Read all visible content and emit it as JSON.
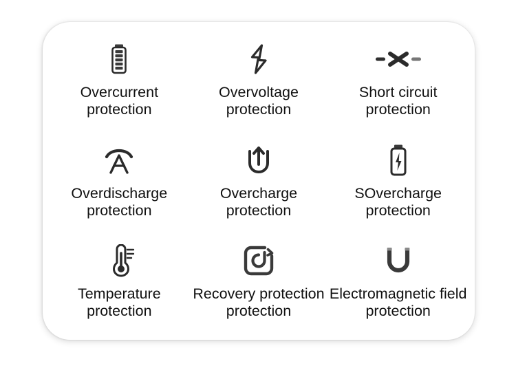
{
  "card": {
    "background_color": "#ffffff",
    "page_background_color": "#ffffff",
    "text_color": "#111111",
    "icon_color": "#2b2b2b"
  },
  "features": [
    {
      "icon": "battery-level-icon",
      "line1": "Overcurrent",
      "line2": "protection"
    },
    {
      "icon": "lightning-bolt-icon",
      "line1": "Overvoltage",
      "line2": "protection"
    },
    {
      "icon": "short-circuit-x-icon",
      "line1": "Short circuit",
      "line2": "protection"
    },
    {
      "icon": "antenna-a-icon",
      "line1": "Overdischarge",
      "line2": "protection"
    },
    {
      "icon": "u-turn-up-arrow-icon",
      "line1": "Overcharge",
      "line2": "protection"
    },
    {
      "icon": "battery-charging-icon",
      "line1": "SOvercharge",
      "line2": "protection"
    },
    {
      "icon": "thermometer-icon",
      "line1": "Temperature",
      "line2": "protection"
    },
    {
      "icon": "recovery-refresh-icon",
      "line1": "Recovery protection",
      "line2": "protection"
    },
    {
      "icon": "horseshoe-magnet-icon",
      "line1": "Electromagnetic field",
      "line2": "protection"
    }
  ]
}
